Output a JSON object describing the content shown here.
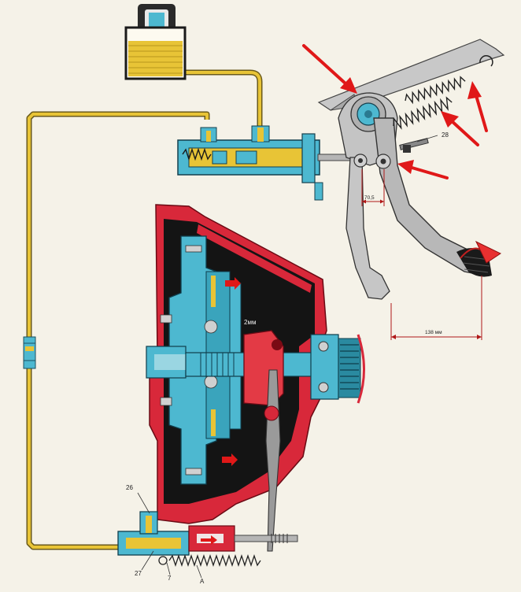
{
  "labels": {
    "clearance": "2мм",
    "pedal_free_play": "70,5",
    "pedal_travel": "138 мм",
    "num_28": "28",
    "num_26": "26",
    "num_27": "27",
    "num_7": "7",
    "letter_a": "A"
  },
  "colors": {
    "fluid": "#e8c436",
    "housing": "#d8283a",
    "cylinder": "#4db8d0",
    "cavity": "#141414",
    "steel": "#9a9a9a",
    "arrow": "#e01818"
  }
}
